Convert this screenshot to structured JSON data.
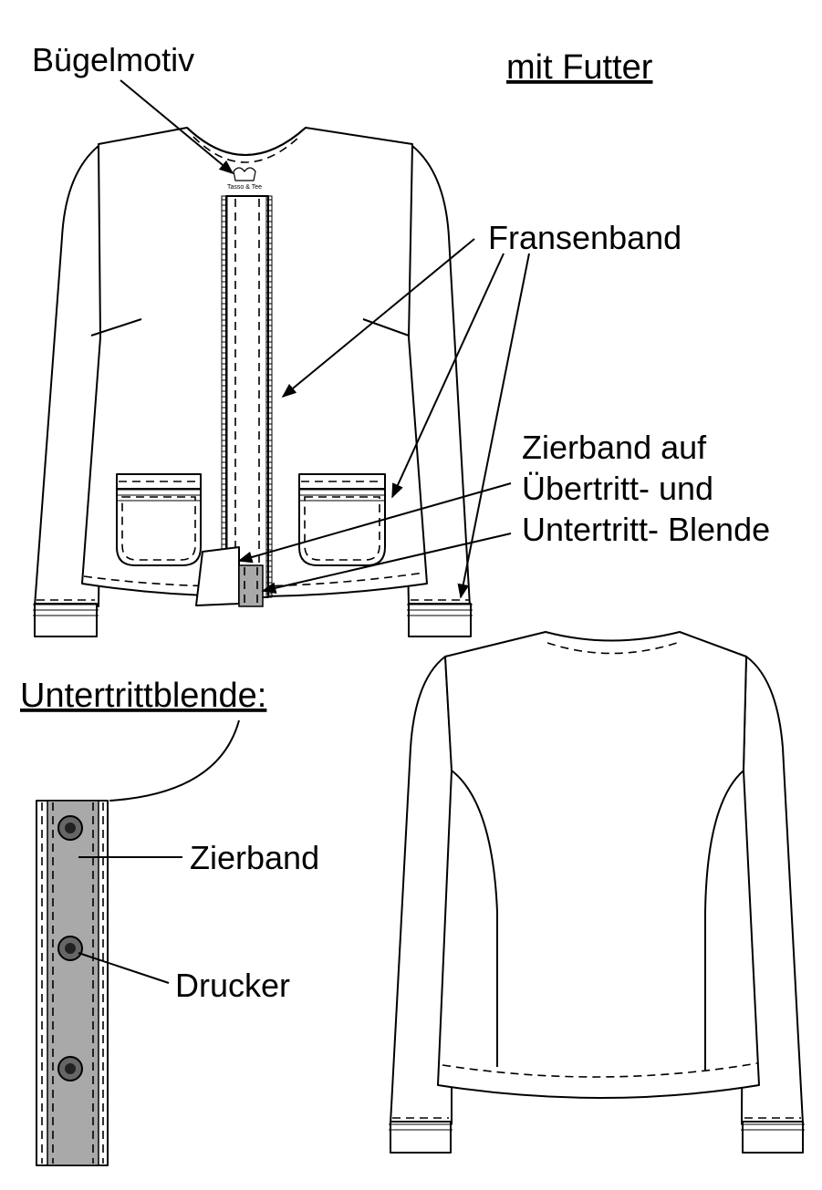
{
  "labels": {
    "iron_motif": "Bügelmotiv",
    "with_lining": "mit Futter",
    "fringe_tape": "Fransenband",
    "trim_line1": "Zierband auf",
    "trim_line2": "Übertritt- und",
    "trim_line3": "Untertritt- Blende",
    "underlap_facing": "Untertrittblende:",
    "trim_tape": "Zierband",
    "snap": "Drucker",
    "motif_text": "Tasso & Tee"
  },
  "colors": {
    "line": "#000000",
    "tape_fill": "#a9a9a9",
    "snap_fill": "#666666",
    "background": "#ffffff"
  }
}
